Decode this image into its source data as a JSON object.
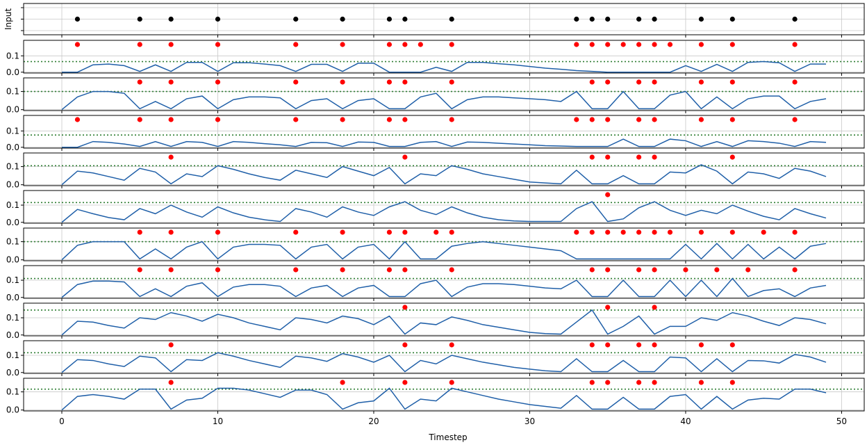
{
  "chart_data": {
    "type": "line",
    "xlabel": "Timestep",
    "x_ticks": [
      0,
      10,
      20,
      30,
      40,
      50
    ],
    "xlim": [
      -2.45,
      51.45
    ],
    "colors": {
      "input_spike": "#000000",
      "output_spike": "#ff0000",
      "trace": "#1f5fa8",
      "threshold": "#2e7d32",
      "grid": "#c8c8c8"
    },
    "input": {
      "ylabel": "Input",
      "spike_times": [
        1,
        5,
        7,
        10,
        15,
        18,
        21,
        22,
        25,
        33,
        34,
        35,
        37,
        38,
        41,
        43,
        47
      ]
    },
    "neurons": [
      {
        "ylim": [
          -0.005,
          0.195
        ],
        "y_ticks": [
          0.0,
          0.1
        ],
        "y_tick_labels": [
          "0.0",
          "0.1"
        ],
        "threshold": 0.065,
        "spikes": [
          1,
          5,
          7,
          10,
          15,
          18,
          21,
          22,
          23,
          25,
          33,
          34,
          35,
          36,
          37,
          38,
          39,
          41,
          43,
          47
        ],
        "values": [
          0,
          0,
          0.045,
          0.05,
          0.04,
          0.005,
          0.045,
          0.005,
          0.06,
          0.06,
          0.005,
          0.058,
          0.058,
          0.05,
          0.04,
          0.005,
          0.048,
          0.048,
          0.005,
          0.055,
          0.055,
          0,
          0,
          0,
          0.03,
          0.005,
          0.06,
          0.06,
          0.052,
          0.045,
          0.035,
          0.025,
          0.018,
          0.01,
          0.005,
          0,
          0,
          0,
          0,
          0,
          0.04,
          0.005,
          0.048,
          0.005,
          0.06,
          0.065,
          0.058,
          0.005,
          0.05,
          0.05
        ]
      },
      {
        "ylim": [
          -0.005,
          0.175
        ],
        "y_ticks": [
          0.0,
          0.1
        ],
        "y_tick_labels": [
          "0.0",
          "0.1"
        ],
        "threshold": 0.1,
        "spikes": [
          5,
          7,
          10,
          15,
          18,
          21,
          22,
          25,
          34,
          35,
          37,
          38,
          41,
          43,
          47
        ],
        "values": [
          0,
          0.07,
          0.1,
          0.1,
          0.09,
          0.005,
          0.045,
          0.005,
          0.06,
          0.075,
          0.005,
          0.055,
          0.07,
          0.07,
          0.065,
          0.005,
          0.05,
          0.06,
          0.005,
          0.05,
          0.06,
          0.005,
          0.005,
          0.07,
          0.09,
          0.005,
          0.055,
          0.07,
          0.07,
          0.065,
          0.06,
          0.055,
          0.045,
          0.1,
          0.005,
          0.005,
          0.1,
          0.005,
          0.005,
          0.08,
          0.1,
          0.005,
          0.07,
          0.005,
          0.06,
          0.075,
          0.075,
          0.005,
          0.045,
          0.06
        ]
      },
      {
        "ylim": [
          -0.005,
          0.195
        ],
        "y_ticks": [
          0.0,
          0.1
        ],
        "y_tick_labels": [
          "0.0",
          "0.1"
        ],
        "threshold": 0.075,
        "spikes": [
          1,
          5,
          7,
          10,
          15,
          18,
          21,
          22,
          25,
          33,
          34,
          35,
          37,
          38,
          41,
          43,
          47
        ],
        "values": [
          0,
          0,
          0.035,
          0.03,
          0.02,
          0.005,
          0.035,
          0.005,
          0.035,
          0.03,
          0.005,
          0.035,
          0.03,
          0.022,
          0.015,
          0.005,
          0.03,
          0.028,
          0.005,
          0.032,
          0.03,
          0.005,
          0.005,
          0.03,
          0.035,
          0.005,
          0.032,
          0.03,
          0.025,
          0.02,
          0.015,
          0.01,
          0.008,
          0.005,
          0.005,
          0.005,
          0.05,
          0.005,
          0.005,
          0.05,
          0.04,
          0.005,
          0.035,
          0.005,
          0.04,
          0.035,
          0.025,
          0.005,
          0.035,
          0.03
        ]
      },
      {
        "ylim": [
          -0.005,
          0.175
        ],
        "y_ticks": [
          0.0,
          0.1
        ],
        "y_tick_labels": [
          "0.0",
          "0.1"
        ],
        "threshold": 0.105,
        "spikes": [
          7,
          22,
          34,
          35,
          37,
          38,
          43
        ],
        "values": [
          0,
          0.075,
          0.065,
          0.045,
          0.025,
          0.09,
          0.07,
          0.005,
          0.06,
          0.045,
          0.105,
          0.085,
          0.06,
          0.04,
          0.025,
          0.08,
          0.06,
          0.04,
          0.1,
          0.075,
          0.05,
          0.095,
          0.005,
          0.06,
          0.05,
          0.105,
          0.085,
          0.06,
          0.045,
          0.03,
          0.015,
          0.01,
          0.005,
          0.08,
          0.005,
          0.005,
          0.05,
          0.005,
          0.005,
          0.07,
          0.065,
          0.11,
          0.075,
          0.005,
          0.07,
          0.06,
          0.035,
          0.09,
          0.075,
          0.045
        ]
      },
      {
        "ylim": [
          -0.005,
          0.185
        ],
        "y_ticks": [
          0.0,
          0.1
        ],
        "y_tick_labels": [
          "0.0",
          "0.1"
        ],
        "threshold": 0.115,
        "spikes": [
          35
        ],
        "values": [
          0,
          0.075,
          0.05,
          0.028,
          0.015,
          0.08,
          0.05,
          0.1,
          0.06,
          0.03,
          0.09,
          0.055,
          0.03,
          0.015,
          0.005,
          0.08,
          0.06,
          0.03,
          0.09,
          0.06,
          0.04,
          0.09,
          0.12,
          0.07,
          0.045,
          0.09,
          0.055,
          0.03,
          0.015,
          0.008,
          0.005,
          0.005,
          0.005,
          0.08,
          0.12,
          0.005,
          0.02,
          0.085,
          0.12,
          0.07,
          0.04,
          0.07,
          0.05,
          0.1,
          0.065,
          0.035,
          0.015,
          0.08,
          0.05,
          0.025
        ]
      },
      {
        "ylim": [
          -0.005,
          0.175
        ],
        "y_ticks": [
          0.0,
          0.1
        ],
        "y_tick_labels": [
          "0.0",
          "0.1"
        ],
        "threshold": 0.1,
        "spikes": [
          5,
          7,
          10,
          15,
          18,
          21,
          22,
          24,
          25,
          33,
          34,
          35,
          36,
          37,
          38,
          39,
          41,
          43,
          45,
          47
        ],
        "values": [
          0,
          0.08,
          0.1,
          0.1,
          0.1,
          0.005,
          0.06,
          0.005,
          0.07,
          0.1,
          0.005,
          0.07,
          0.085,
          0.085,
          0.08,
          0.005,
          0.07,
          0.085,
          0.005,
          0.07,
          0.085,
          0.005,
          0.1,
          0.005,
          0.005,
          0.075,
          0.09,
          0.1,
          0.09,
          0.08,
          0.07,
          0.06,
          0.05,
          0.005,
          0.005,
          0.005,
          0.005,
          0.005,
          0.005,
          0.005,
          0.085,
          0.005,
          0.09,
          0.005,
          0.085,
          0.005,
          0.07,
          0.005,
          0.075,
          0.09
        ]
      },
      {
        "ylim": [
          -0.005,
          0.185
        ],
        "y_ticks": [
          0.0,
          0.1
        ],
        "y_tick_labels": [
          "0.0",
          "0.1"
        ],
        "threshold": 0.11,
        "spikes": [
          5,
          7,
          10,
          15,
          18,
          21,
          22,
          25,
          34,
          35,
          37,
          38,
          40,
          42,
          44,
          47
        ],
        "values": [
          0,
          0.075,
          0.095,
          0.095,
          0.09,
          0.005,
          0.05,
          0.005,
          0.065,
          0.085,
          0.005,
          0.06,
          0.075,
          0.075,
          0.065,
          0.005,
          0.055,
          0.07,
          0.005,
          0.055,
          0.07,
          0.005,
          0.005,
          0.08,
          0.1,
          0.005,
          0.06,
          0.08,
          0.08,
          0.075,
          0.065,
          0.055,
          0.05,
          0.1,
          0.005,
          0.005,
          0.1,
          0.005,
          0.005,
          0.1,
          0.005,
          0.1,
          0.005,
          0.11,
          0.005,
          0.04,
          0.05,
          0.005,
          0.055,
          0.07
        ]
      },
      {
        "ylim": [
          -0.005,
          0.185
        ],
        "y_ticks": [
          0.0,
          0.1
        ],
        "y_tick_labels": [
          "0.0",
          "0.1"
        ],
        "threshold": 0.145,
        "spikes": [
          22,
          35,
          38
        ],
        "values": [
          0,
          0.08,
          0.075,
          0.055,
          0.04,
          0.1,
          0.09,
          0.13,
          0.11,
          0.08,
          0.12,
          0.1,
          0.07,
          0.05,
          0.03,
          0.1,
          0.09,
          0.07,
          0.11,
          0.095,
          0.06,
          0.11,
          0.005,
          0.07,
          0.06,
          0.105,
          0.085,
          0.06,
          0.045,
          0.03,
          0.015,
          0.008,
          0.005,
          0.075,
          0.145,
          0.005,
          0.05,
          0.11,
          0.005,
          0.05,
          0.05,
          0.1,
          0.085,
          0.13,
          0.11,
          0.08,
          0.055,
          0.1,
          0.09,
          0.065
        ]
      },
      {
        "ylim": [
          -0.005,
          0.185
        ],
        "y_ticks": [
          0.0,
          0.1
        ],
        "y_tick_labels": [
          "0.0",
          "0.1"
        ],
        "threshold": 0.115,
        "spikes": [
          7,
          22,
          25,
          34,
          35,
          37,
          38,
          41,
          43
        ],
        "values": [
          0,
          0.075,
          0.07,
          0.05,
          0.035,
          0.095,
          0.085,
          0.005,
          0.075,
          0.07,
          0.115,
          0.095,
          0.07,
          0.05,
          0.03,
          0.095,
          0.085,
          0.065,
          0.11,
          0.09,
          0.06,
          0.1,
          0.005,
          0.07,
          0.05,
          0.1,
          0.08,
          0.06,
          0.045,
          0.03,
          0.02,
          0.01,
          0.005,
          0.08,
          0.005,
          0.005,
          0.07,
          0.005,
          0.005,
          0.09,
          0.085,
          0.005,
          0.08,
          0.005,
          0.07,
          0.068,
          0.055,
          0.105,
          0.09,
          0.06
        ]
      },
      {
        "ylim": [
          -0.005,
          0.175
        ],
        "y_ticks": [
          0.0,
          0.1
        ],
        "y_tick_labels": [
          "0.0",
          "0.1"
        ],
        "threshold": 0.115,
        "spikes": [
          7,
          18,
          22,
          25,
          34,
          35,
          37,
          38,
          41,
          43
        ],
        "values": [
          0,
          0.075,
          0.085,
          0.075,
          0.06,
          0.115,
          0.115,
          0.005,
          0.055,
          0.065,
          0.12,
          0.12,
          0.11,
          0.09,
          0.07,
          0.11,
          0.11,
          0.085,
          0.005,
          0.04,
          0.05,
          0.12,
          0.005,
          0.06,
          0.05,
          0.12,
          0.1,
          0.08,
          0.06,
          0.045,
          0.03,
          0.02,
          0.01,
          0.08,
          0.005,
          0.005,
          0.07,
          0.005,
          0.005,
          0.075,
          0.085,
          0.005,
          0.075,
          0.005,
          0.055,
          0.065,
          0.06,
          0.115,
          0.115,
          0.095
        ]
      }
    ]
  }
}
